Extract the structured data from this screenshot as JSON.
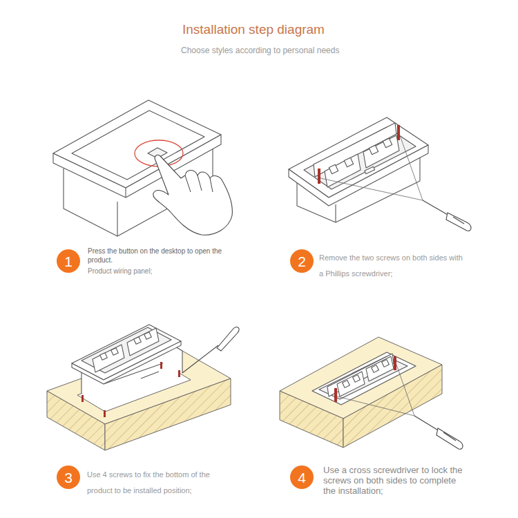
{
  "diagram": {
    "title": "Installation step diagram",
    "nodes": [
      {
        "text": [
          "1"
        ]
      },
      {
        "text": [
          "2"
        ]
      },
      {
        "text": [
          "3"
        ]
      },
      {
        "text": [
          "4"
        ]
      }
    ],
    "labels": [
      "Choose styles according to personal needs",
      "Press the button on the desktop to open the product.",
      "Product wiring panel;",
      "Remove the two screws on both sides with a Phillips screwdriver;",
      "Use 4 screws to fix the bottom of the product to be installed position;",
      "Use a cross screwdriver to lock the screws on both sides to complete the installation;"
    ]
  }
}
